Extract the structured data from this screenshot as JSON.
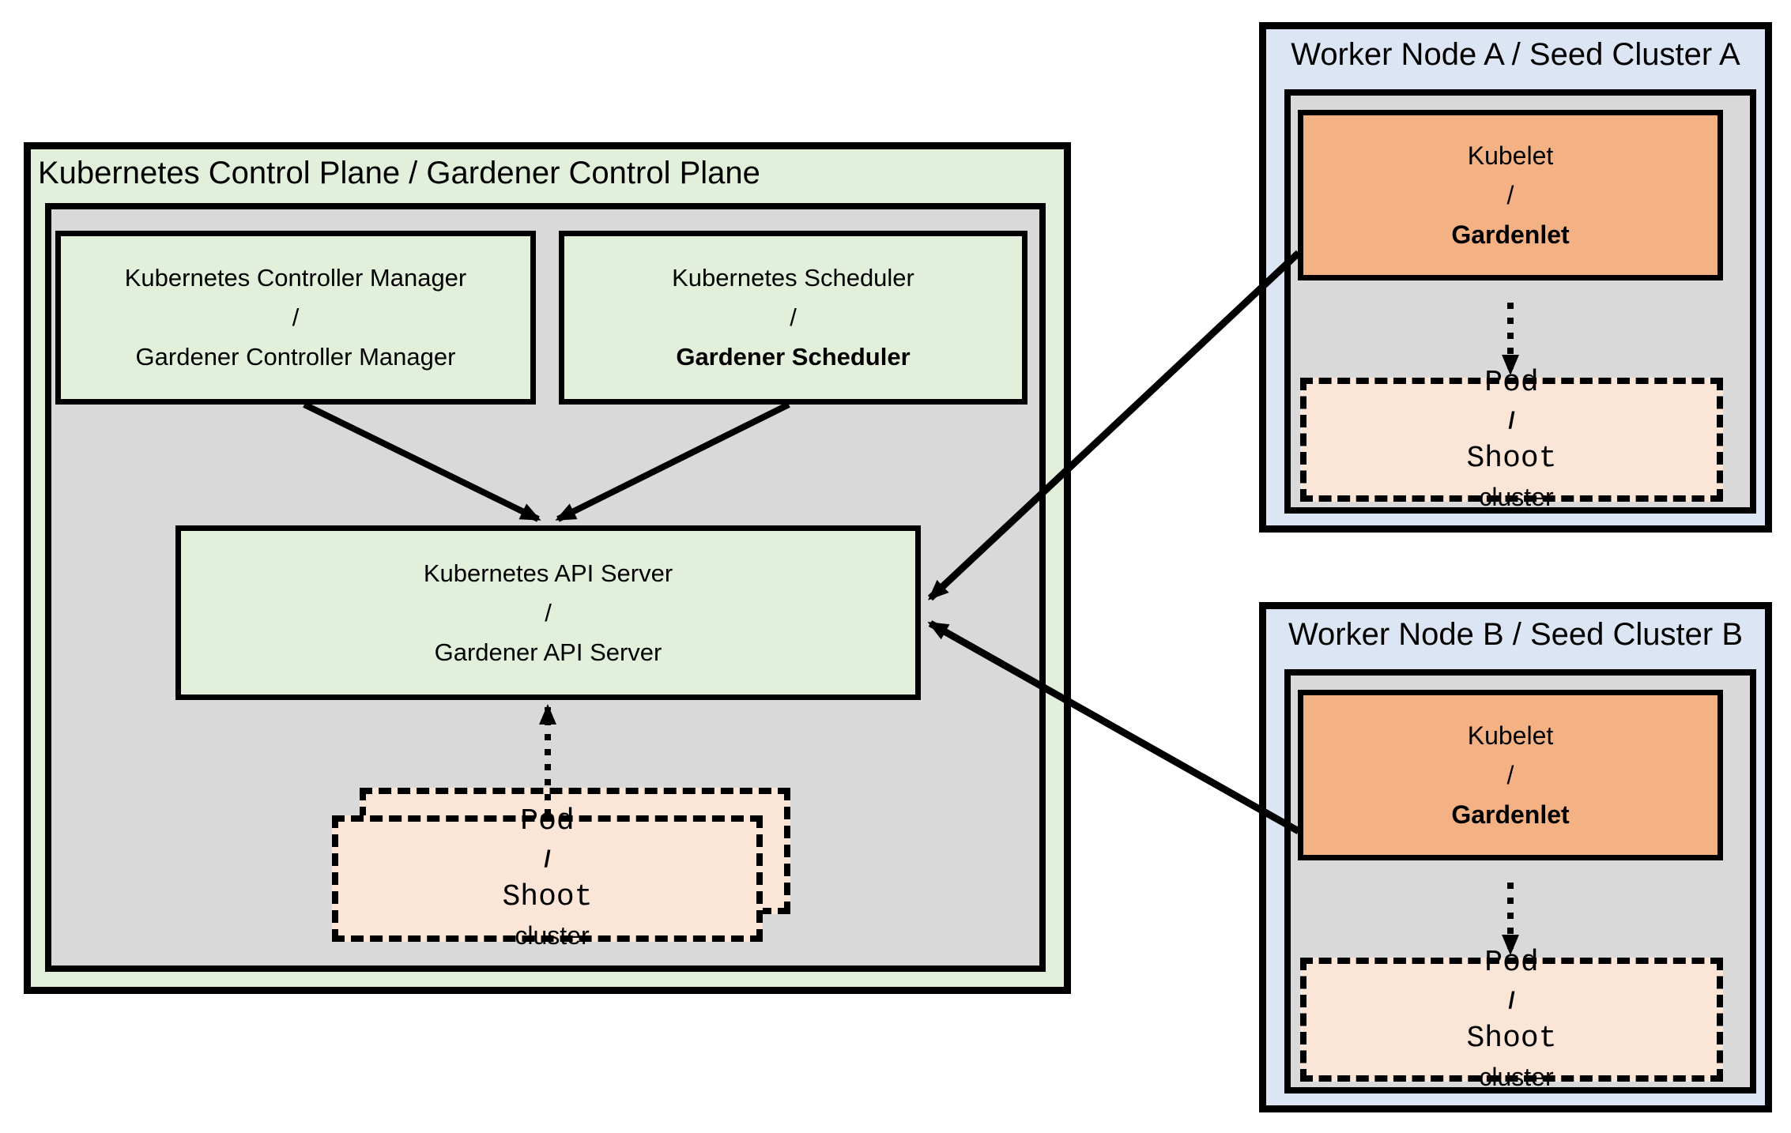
{
  "control_plane": {
    "title": "Kubernetes Control Plane / Gardener Control Plane",
    "controller_manager": {
      "line1": "Kubernetes Controller Manager",
      "sep": "/",
      "line2": "Gardener Controller Manager"
    },
    "scheduler": {
      "line1": "Kubernetes Scheduler",
      "sep": "/",
      "line2": "Gardener Scheduler"
    },
    "api_server": {
      "line1": "Kubernetes API Server",
      "sep": "/",
      "line2": "Gardener API Server"
    },
    "pod": {
      "line1": "Pod",
      "sep": "/",
      "line2_code": "Shoot",
      "line2_plain": "cluster"
    }
  },
  "workers": [
    {
      "id": "A",
      "title": "Worker Node A / Seed Cluster A",
      "kubelet": {
        "line1": "Kubelet",
        "sep": "/",
        "line2": "Gardenlet"
      },
      "pod": {
        "line1": "Pod",
        "sep": "/",
        "line2_code": "Shoot",
        "line2_plain": "cluster"
      }
    },
    {
      "id": "B",
      "title": "Worker Node B / Seed Cluster B",
      "kubelet": {
        "line1": "Kubelet",
        "sep": "/",
        "line2": "Gardenlet"
      },
      "pod": {
        "line1": "Pod",
        "sep": "/",
        "line2_code": "Shoot",
        "line2_plain": "cluster"
      }
    }
  ],
  "edges": [
    {
      "from": "controller-manager",
      "to": "api-server",
      "style": "solid"
    },
    {
      "from": "scheduler",
      "to": "api-server",
      "style": "solid"
    },
    {
      "from": "pod-shoot-cluster-control-plane",
      "to": "api-server",
      "style": "dotted"
    },
    {
      "from": "kubelet-worker-a",
      "to": "api-server",
      "style": "solid"
    },
    {
      "from": "kubelet-worker-b",
      "to": "api-server",
      "style": "solid"
    },
    {
      "from": "kubelet-worker-a",
      "to": "pod-worker-a",
      "style": "dotted"
    },
    {
      "from": "kubelet-worker-b",
      "to": "pod-worker-b",
      "style": "dotted"
    }
  ],
  "colors": {
    "light_green": "#e2efda",
    "gray": "#d9d9d9",
    "light_blue": "#dbe5f3",
    "orange": "#f4b183",
    "peach": "#fbe5d6",
    "line": "#000000"
  }
}
